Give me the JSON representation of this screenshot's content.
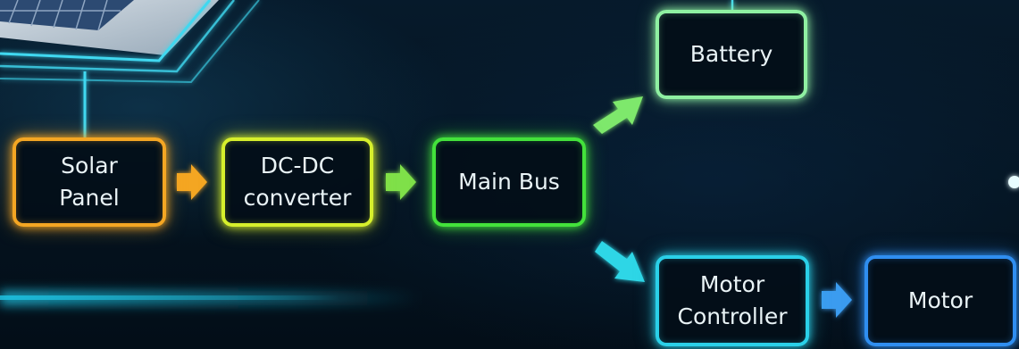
{
  "diagram": {
    "nodes": {
      "solar_panel": "Solar\nPanel",
      "dcdc_converter": "DC-DC\nconverter",
      "main_bus": "Main Bus",
      "battery": "Battery",
      "motor_controller": "Motor\nController",
      "motor": "Motor"
    },
    "edges": [
      {
        "from": "solar_panel",
        "to": "dcdc_converter"
      },
      {
        "from": "dcdc_converter",
        "to": "main_bus"
      },
      {
        "from": "main_bus",
        "to": "battery"
      },
      {
        "from": "main_bus",
        "to": "motor_controller"
      },
      {
        "from": "motor_controller",
        "to": "motor"
      }
    ],
    "colors": {
      "solar_panel": "#f4a623",
      "dcdc_converter": "#d6ef2c",
      "main_bus": "#43e23b",
      "battery": "#8ff0a2",
      "motor_controller": "#2ad0e8",
      "motor": "#2f8ef0",
      "circuit_lines": "#3fd8f0"
    }
  }
}
